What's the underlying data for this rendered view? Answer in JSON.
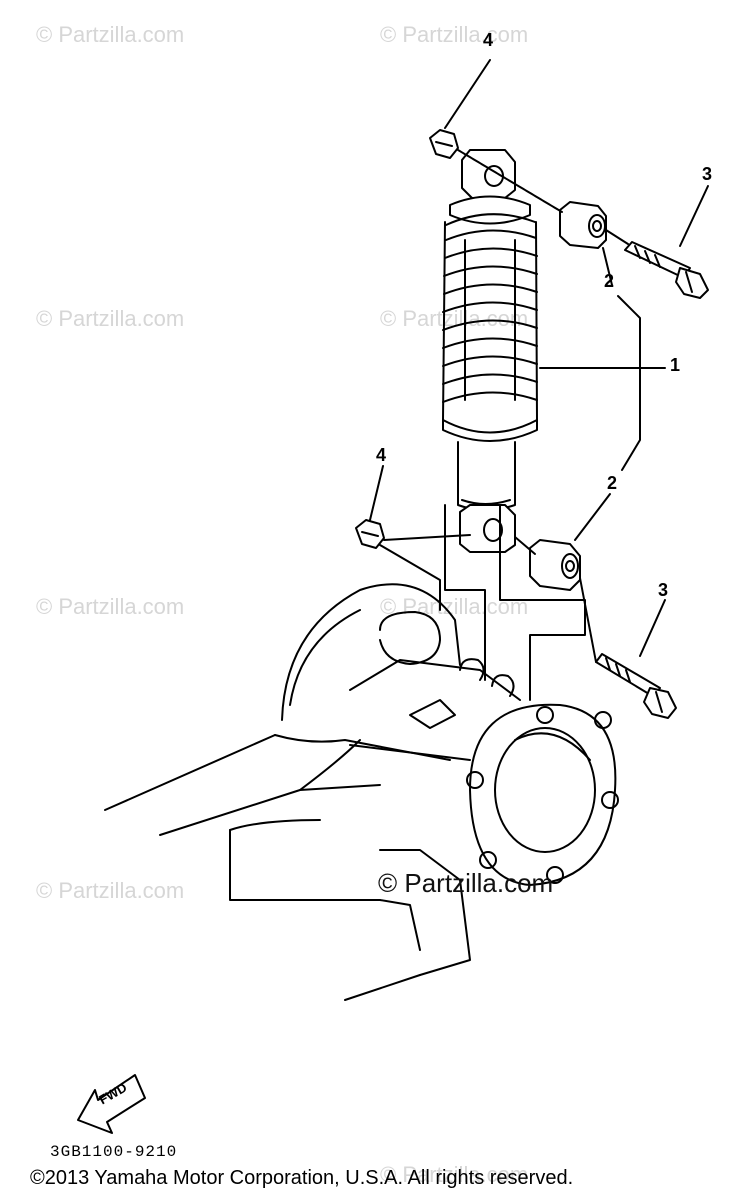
{
  "watermark": "© Partzilla.com",
  "center_watermark": "© Partzilla.com",
  "callouts": [
    "1",
    "2",
    "2",
    "3",
    "3",
    "4",
    "4"
  ],
  "fwd_label": "FWD",
  "drawing_code": "3GB1100-9210",
  "copyright": "©2013  Yamaha Motor Corporation, U.S.A. All rights reserved.",
  "parts": [
    {
      "ref": "1",
      "icon": "shock-absorber-icon"
    },
    {
      "ref": "2",
      "icon": "collar-bushing-icon"
    },
    {
      "ref": "3",
      "icon": "flange-bolt-icon"
    },
    {
      "ref": "4",
      "icon": "hex-nut-icon"
    }
  ]
}
